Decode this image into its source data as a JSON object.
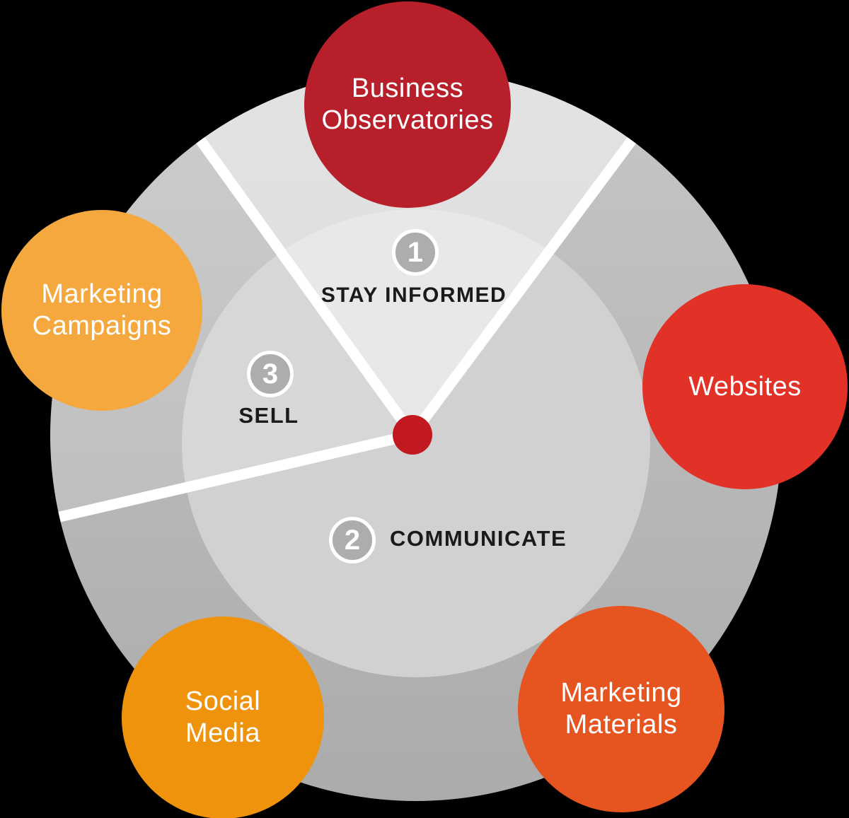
{
  "diagram_type": "marketing-cycle-wheel",
  "steps": [
    {
      "number": "1",
      "label_line1": "STAY",
      "label_line2": "INFORMED"
    },
    {
      "number": "2",
      "label_line1": "COMMUNICATE",
      "label_line2": ""
    },
    {
      "number": "3",
      "label_line1": "SELL",
      "label_line2": ""
    }
  ],
  "bubbles": {
    "business_observatories": {
      "line1": "Business",
      "line2": "Observatories",
      "color": "#B71F2B"
    },
    "websites": {
      "line1": "Websites",
      "line2": "",
      "color": "#E23126"
    },
    "marketing_materials": {
      "line1": "Marketing",
      "line2": "Materials",
      "color": "#E6541F"
    },
    "social_media": {
      "line1": "Social",
      "line2": "Media",
      "color": "#EF930D"
    },
    "marketing_campaigns": {
      "line1": "Marketing",
      "line2": "Campaigns",
      "color": "#F4A83E"
    }
  },
  "colors": {
    "center_dot": "#C2181F",
    "badge_fill": "#ADADAD",
    "badge_ring": "#FFFFFF",
    "sector_label_text": "#1A1A1A",
    "bubble_text": "#FFFFFF",
    "wheel_ring_top": "#C6C6C6",
    "wheel_ring_bottom": "#ABABAB",
    "wheel_inner": "#D1D1D1",
    "divider_lines": "#FFFFFF",
    "background": "#000000"
  }
}
